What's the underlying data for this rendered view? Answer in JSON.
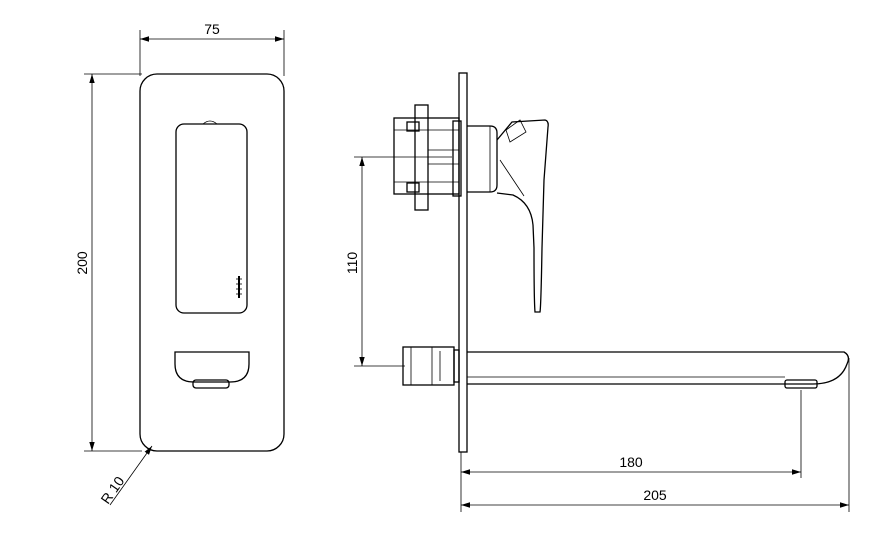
{
  "dimensions": {
    "front_width": "75",
    "front_height": "200",
    "corner_radius": "R 10",
    "handle_height": "110",
    "spout_reach": "180",
    "total_projection": "205"
  },
  "colors": {
    "line": "#000000",
    "background": "#ffffff"
  }
}
